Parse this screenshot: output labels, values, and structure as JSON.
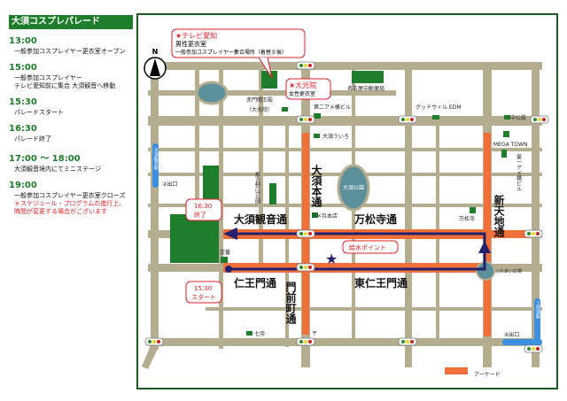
{
  "sidebar": {
    "title": "大須コスプレパレード",
    "events": [
      {
        "time": "13:00",
        "desc": [
          "一般参加コスプレイヤー更衣室オープン"
        ]
      },
      {
        "time": "15:00",
        "desc": [
          "一般参加コスプレイヤー",
          "テレビ愛知前に集合 大須観音へ移動"
        ]
      },
      {
        "time": "15:30",
        "desc": [
          "パレードスタート"
        ]
      },
      {
        "time": "16:30",
        "desc": [
          "パレード終了"
        ]
      },
      {
        "time": "17:00 〜 18:00",
        "desc": [
          "大須観音境内にてミニステージ"
        ]
      },
      {
        "time": "19:00",
        "desc": [
          "一般参加コスプレイヤー更衣室クローズ"
        ],
        "note": [
          "＊スケジュール・プログラムの進行上、",
          "時間が変更する場合がございます"
        ]
      }
    ]
  },
  "map": {
    "north": "N",
    "callouts": {
      "tv_title": "★テレビ愛知",
      "tv_l1": "男性更衣室",
      "tv_l2": "一般参加コスプレイヤー集合場所（着替え後）",
      "daiko_title": "★大光院",
      "daiko_l1": "女性更衣室",
      "end_time": "16:30",
      "end_label": "終了",
      "start_time": "15:30",
      "start_label": "スタート",
      "water": "給水ポイント"
    },
    "places": {
      "akamon1": "赤門明王殿",
      "akamon2": "（大光院）",
      "post": "名古屋中郵便局",
      "daini": "第二アメ横ビル",
      "goodwill": "グッドウィル EDM",
      "chuko": "中公設",
      "megatown": "MEGA TOWN",
      "daiichi": "第一アメ横ビル",
      "uiro": "大須ういろ",
      "park": "大須公園",
      "komehyo": "コメ兵本店",
      "nagoyayama": "那古野山公園",
      "bansho": "万松寺",
      "koban": "交番",
      "nanatera": "七寺",
      "post_mark": "〒",
      "fureai": "ふれあい広場",
      "exit2": "②出口",
      "exit8": "⑧出口",
      "osukannon_st": "大須観音駅",
      "kamimaezu_st": "上前津駅",
      "legend": "アーケード"
    },
    "streets": {
      "kannon": "大須観音通",
      "hondori": "大須本通",
      "banshoji": "万松寺通",
      "shintenchi": "新天地通",
      "niomon": "仁王門通",
      "higashi": "東仁王門通",
      "monzen": "門前町通"
    }
  },
  "colors": {
    "green": "#1e7d2b",
    "road": "#b5ad90",
    "arcade": "#f0703a",
    "route": "#24206e",
    "station": "#3d8fe0",
    "red": "#e0202a"
  }
}
